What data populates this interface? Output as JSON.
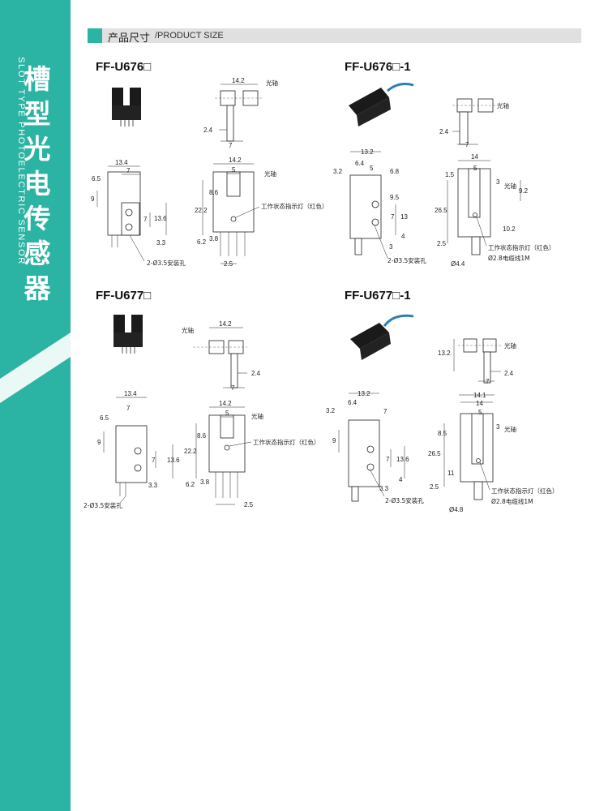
{
  "sidebar": {
    "cn_title": [
      "槽",
      "型",
      "光",
      "电",
      "传",
      "感",
      "器"
    ],
    "en_title": "SLOT TYPE PHOTOELECTRIC SENSOR"
  },
  "section": {
    "cn": "产品尺寸",
    "en": "/PRODUCT SIZE"
  },
  "models": {
    "m1": "FF-U676□",
    "m2": "FF-U676□-1",
    "m3": "FF-U677□",
    "m4": "FF-U677□-1"
  },
  "labels": {
    "optical_axis": "光轴",
    "indicator": "工作状态指示灯（红色）",
    "mount_hole": "2-Ø3.5安装孔",
    "cable": "Ø2.8电缆线1M"
  },
  "dims": {
    "m1": {
      "top_w": "14.2",
      "top_h": "2.4",
      "top_gap": "7",
      "side_w": "13.4",
      "side_7": "7",
      "side_65": "6.5",
      "side_9": "9",
      "side_7b": "7",
      "side_136": "13.6",
      "side_33": "3.3",
      "front_w": "14.2",
      "front_5": "5",
      "front_86": "8.6",
      "front_222": "22.2",
      "front_62": "6.2",
      "front_38": "3.8",
      "front_25": "2.5"
    },
    "m2": {
      "top_h": "2.4",
      "top_gap": "7",
      "side_132": "13.2",
      "side_64": "6.4",
      "side_5": "5",
      "side_32": "3.2",
      "side_68": "6.8",
      "side_95": "9.5",
      "side_7": "7",
      "side_13": "13",
      "side_4": "4",
      "side_3": "3",
      "front_14": "14",
      "front_5": "5",
      "front_15": "1.5",
      "front_3": "3",
      "front_92": "9.2",
      "front_265": "26.5",
      "front_102": "10.2",
      "front_25": "2.5",
      "front_44": "Ø4.4"
    },
    "m3": {
      "top_w": "14.2",
      "top_h": "2.4",
      "top_gap": "7",
      "side_w": "13.4",
      "side_7": "7",
      "side_65": "6.5",
      "side_9": "9",
      "side_7b": "7",
      "side_136": "13.6",
      "side_33": "3.3",
      "front_w": "14.2",
      "front_5": "5",
      "front_86": "8.6",
      "front_222": "22.2",
      "front_62": "6.2",
      "front_38": "3.8",
      "front_25": "2.5"
    },
    "m4": {
      "top_132": "13.2",
      "top_h": "2.4",
      "top_gap": "7",
      "side_132": "13.2",
      "side_64": "6.4",
      "side_7": "7",
      "side_32": "3.2",
      "side_9": "9",
      "side_7b": "7",
      "side_136": "13.6",
      "side_4": "4",
      "side_33": "3.3",
      "front_141": "14.1",
      "front_14": "14",
      "front_5": "5",
      "front_3": "3",
      "front_85": "8.5",
      "front_265": "26.5",
      "front_11": "11",
      "front_25": "2.5",
      "front_48": "Ø4.8"
    }
  }
}
